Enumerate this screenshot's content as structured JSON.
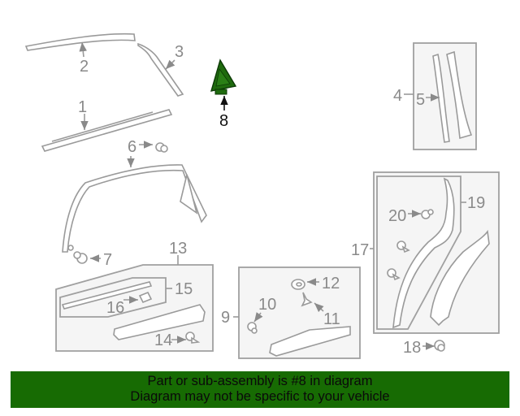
{
  "diagram": {
    "highlighted_part": "8",
    "highlight_color": "#1f6b0e",
    "callouts": [
      {
        "id": "1",
        "label": "1"
      },
      {
        "id": "2",
        "label": "2"
      },
      {
        "id": "3",
        "label": "3"
      },
      {
        "id": "4",
        "label": "4"
      },
      {
        "id": "5",
        "label": "5"
      },
      {
        "id": "6",
        "label": "6"
      },
      {
        "id": "7",
        "label": "7"
      },
      {
        "id": "8",
        "label": "8"
      },
      {
        "id": "9",
        "label": "9"
      },
      {
        "id": "10",
        "label": "10"
      },
      {
        "id": "11",
        "label": "11"
      },
      {
        "id": "12",
        "label": "12"
      },
      {
        "id": "13",
        "label": "13"
      },
      {
        "id": "14",
        "label": "14"
      },
      {
        "id": "15",
        "label": "15"
      },
      {
        "id": "16",
        "label": "16"
      },
      {
        "id": "17",
        "label": "17"
      },
      {
        "id": "18",
        "label": "18"
      },
      {
        "id": "19",
        "label": "19"
      },
      {
        "id": "20",
        "label": "20"
      }
    ]
  },
  "banner": {
    "line1": "Part or sub-assembly is #8 in diagram",
    "line2": "Diagram may not be specific to your vehicle",
    "background": "#176b03"
  }
}
